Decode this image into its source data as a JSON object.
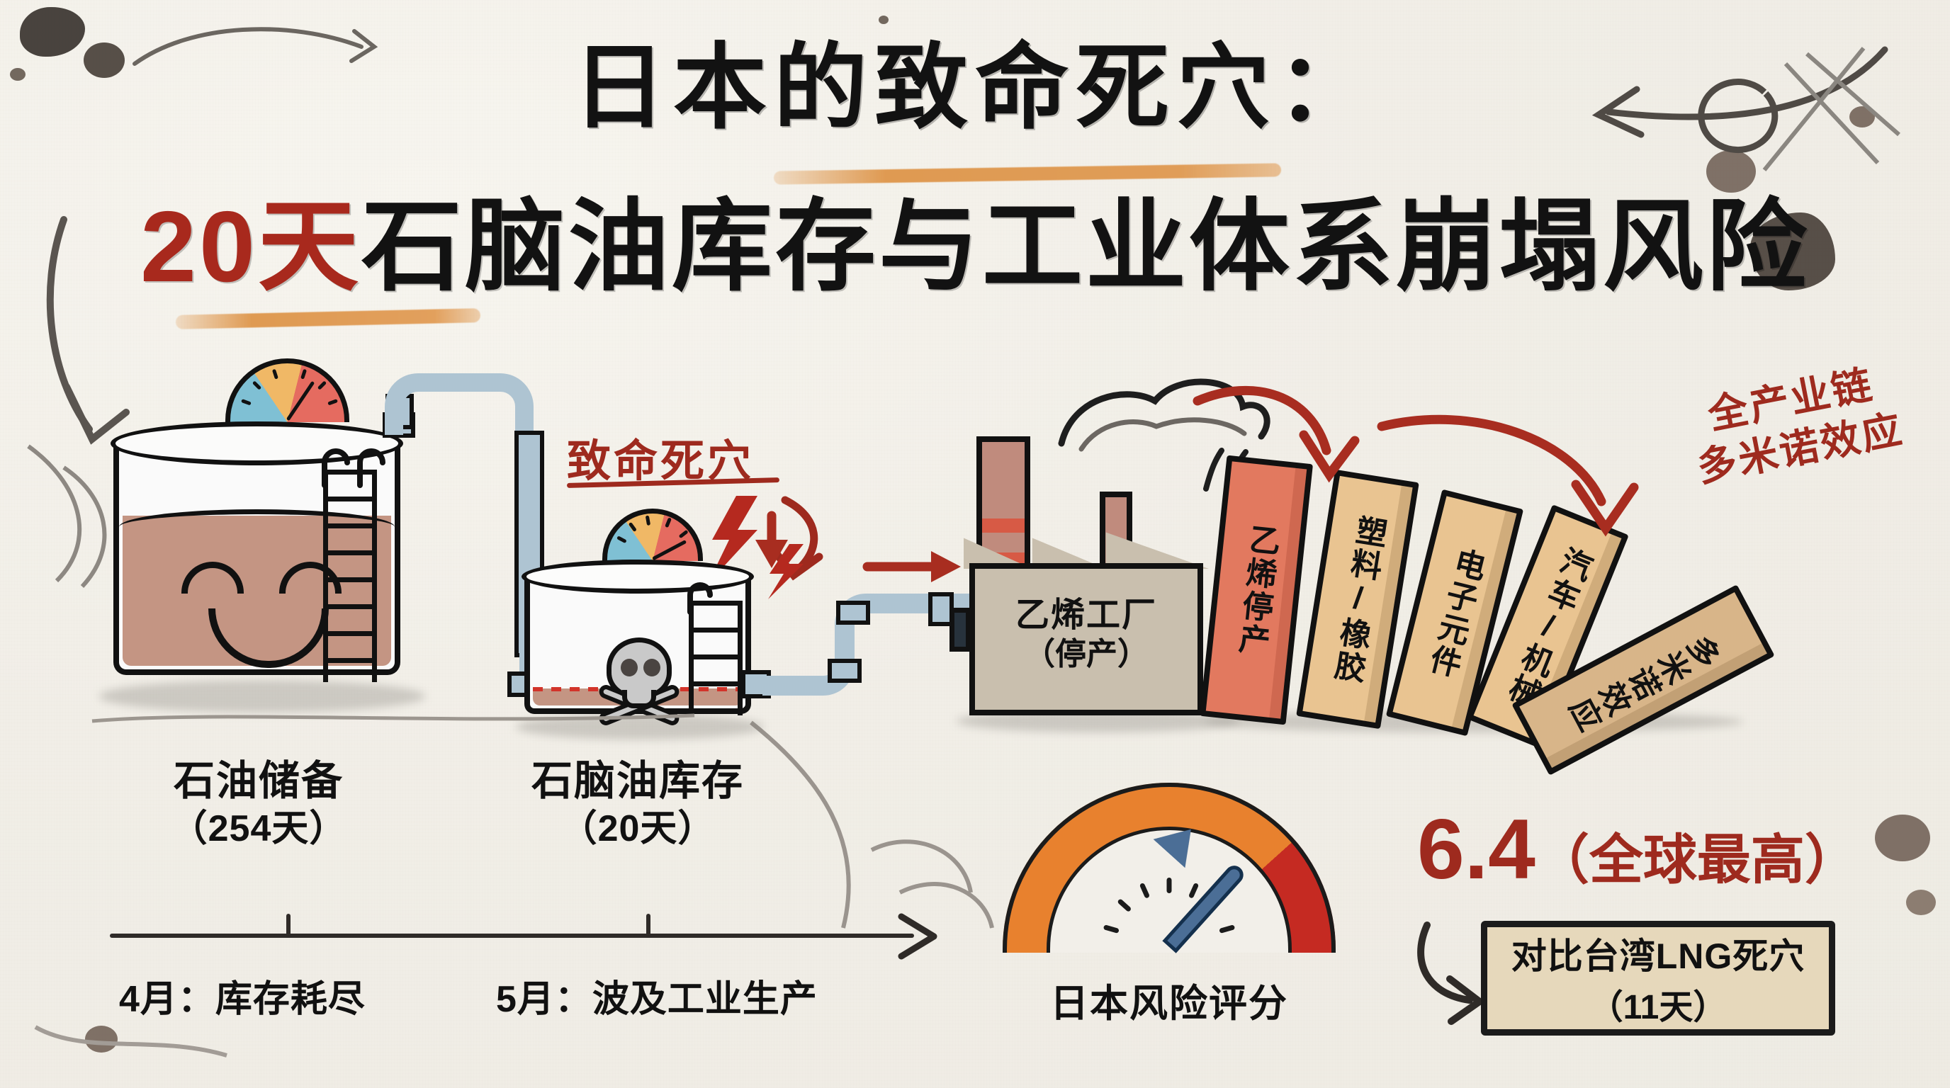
{
  "title": {
    "line1": "日本的致命死穴：",
    "line2_highlight": "20天",
    "line2_rest": "石脑油库存与工业体系崩塌风险"
  },
  "annotations": {
    "fatal_point": "致命死穴",
    "chain_line1": "全产业链",
    "chain_line2": "多米诺效应"
  },
  "tanks": [
    {
      "name": "石油储备",
      "value": "（254天）",
      "state": "happy",
      "icon": "smiley-face"
    },
    {
      "name": "石脑油库存",
      "value": "（20天）",
      "state": "critical",
      "icon": "skull-and-crossbones"
    }
  ],
  "factory": {
    "line1": "乙烯工厂",
    "line2": "（停产）"
  },
  "dominoes": [
    {
      "label": "乙烯停产",
      "color": "#e2795f"
    },
    {
      "label": "塑料/橡胶",
      "color": "#e9c491"
    },
    {
      "label": "电子元件",
      "color": "#e9c491"
    },
    {
      "label": "汽车/机械",
      "color": "#e9c491"
    },
    {
      "label": "多米诺效应",
      "color": "#d8b589"
    }
  ],
  "timeline": {
    "events": [
      {
        "label": "4月：库存耗尽"
      },
      {
        "label": "5月：波及工业生产"
      }
    ]
  },
  "risk": {
    "gauge_label": "日本风险评分",
    "score": "6.4",
    "score_note": "（全球最高）",
    "compare_line1": "对比台湾LNG死穴",
    "compare_line2": "（11天）"
  },
  "colors": {
    "paper": "#f2efe9",
    "ink": "#111111",
    "accent_red": "#9e2a1e",
    "accent_orange": "#df9a52",
    "oil_brown": "#c49583",
    "pipe_blue": "#aec4d2",
    "domino_tan": "#e9c491",
    "domino_red": "#e2795f",
    "gauge_orange": "#e8812e",
    "gauge_red": "#c52a22",
    "needle_blue": "#4b6e96",
    "box_beige": "#e6d8bb"
  }
}
